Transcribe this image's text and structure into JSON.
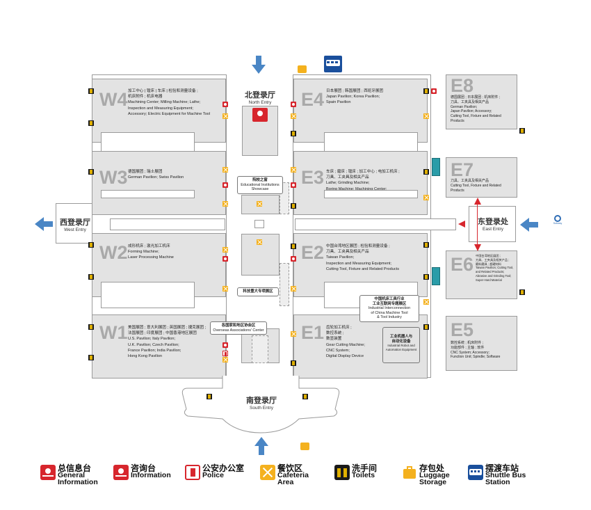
{
  "entries": {
    "north": {
      "cn": "北登录厅",
      "en": "North Entry"
    },
    "west": {
      "cn": "西登录厅",
      "en": "West Entry"
    },
    "east": {
      "cn": "东登录处",
      "en": "East Entry"
    },
    "south": {
      "cn": "南登录厅",
      "en": "South Entry"
    }
  },
  "halls": {
    "W4": {
      "code": "W4",
      "text": "加工中心 | 镗床 | 车床 | 检验和测量设备 ;\n机床附件 ; 机床电器\nMachining Center; Milling Machine; Lathe;\nInspection and Measuring Equipment;\nAccessory; Electric Equipment for Machine Tool"
    },
    "W3": {
      "code": "W3",
      "text": "德国展团 ; 瑞士展团\nGerman Pavilion; Swiss Pavilion"
    },
    "W2": {
      "code": "W2",
      "text": "成形机床 ; 激光加工机床\nForming Machine;\nLaser Processing Machine"
    },
    "W1": {
      "code": "W1",
      "text": "美国展团 ; 意大利展团 ; 英国展团 ; 捷克展团 ;\n法国展团 ; 印度展团 ; 中国香港地区展团\nU.S. Pavilion; Italy Pavilion;\nU.K. Pavilion; Czech Pavilion;\nFrance Pavilion; India Pavilion;\nHong Kong Pavilion"
    },
    "E4": {
      "code": "E4",
      "text": "日本展团 ; 韩国展团 ; 西班牙展团\nJapan Pavilion; Korea Pavilion;\nSpain Pavilion"
    },
    "E3": {
      "code": "E3",
      "text": "车床 ; 磨床 ; 镗床 ; 加工中心 ; 电加工机床 ;\n刀具、工夹具及相关产品\nLathe; Grinding Machine;\nBoring Machine; Machining Center;\nEDM; Cutting Tool, Fixture and Related Products"
    },
    "E2": {
      "code": "E2",
      "text": "中国台湾地区展团 ; 检验和测量设备 ;\n刀具、工夹具及相关产品\nTaiwan Pavilion;\nInspection and Measuring Equipment;\nCutting Tool, Fixture and Related Products"
    },
    "E1": {
      "code": "E1",
      "text": "齿轮加工机床 ;\n数控系统 ;\n数显装置\nGear Cutting Machine;\nCNC System;\nDigital Display Device"
    },
    "E8": {
      "code": "E8",
      "text": "德国展团 ; 日本展团 ; 机床附件 ;\n刀具、工夹具及相关产品\nGerman Pavilion;\nJapan Pavilion; Accessory;\nCutting Tool, Fixture and Related\nProducts"
    },
    "E7": {
      "code": "E7",
      "text": "刀具、工夹具及相关产品\nCutting Tool, Fixture and Related\nProducts"
    },
    "E6": {
      "code": "E6",
      "text": "中国台湾地区展团 ;\n刀具、工夹具及相关产品 ;\n磨料磨具 ; 超硬材料\nTaiwan Pavilion; Cutting Tool,\nand Related Products;\nAbrasive and Grinding Tool;\nSuper-Hard Material"
    },
    "E5": {
      "code": "E5",
      "text": "数控系统 ; 机床附件 ;\n功能部件 ; 主轴 ; 软件\nCNC System; Accessory;\nFunction Unit; Spindle; Software"
    }
  },
  "callouts": {
    "edu": {
      "cn": "院校之窗",
      "en": "Educational Institutions\nShowcase"
    },
    "tech": {
      "cn": "科技重大专项展区",
      "en": ""
    },
    "overseas": {
      "cn": "各国家和地区协会区",
      "en": "Overseas Associations' Center"
    },
    "industrial": {
      "cn": "中国机床工具行业\n工业互联网专题展区",
      "en": "Industrial Interconnection\nof China Machine Tool\n& Tool Industry"
    },
    "robot": {
      "cn": "工业机器人与\n自动化设备",
      "en": "Industrial Robot and\nAutomation Equipment"
    }
  },
  "subway": {
    "label": "Subway"
  },
  "legend": [
    {
      "icon": "general-information-icon",
      "cn": "总信息台",
      "en": "General\nInformation",
      "color": "#d7262d"
    },
    {
      "icon": "information-icon",
      "cn": "咨询台",
      "en": "Information",
      "color": "#d7262d"
    },
    {
      "icon": "police-icon",
      "cn": "公安办公室",
      "en": "Police",
      "color": "#d7262d"
    },
    {
      "icon": "cafeteria-icon",
      "cn": "餐饮区",
      "en": "Cafeteria\nArea",
      "color": "#f4b11e"
    },
    {
      "icon": "toilet-icon",
      "cn": "洗手间",
      "en": "Toilets",
      "color": "#1a1a1a"
    },
    {
      "icon": "luggage-icon",
      "cn": "存包处",
      "en": "Luggage\nStorage",
      "color": "#f4b11e"
    },
    {
      "icon": "shuttle-bus-icon",
      "cn": "摆渡车站",
      "en": "Shuttle Bus\nStation",
      "color": "#1a4f9c"
    }
  ],
  "colors": {
    "hall": "#e3e3e3",
    "entry_arrow": "#4a86c5",
    "red_arrow": "#d7262d",
    "hall_code": "#a9a9a9"
  }
}
